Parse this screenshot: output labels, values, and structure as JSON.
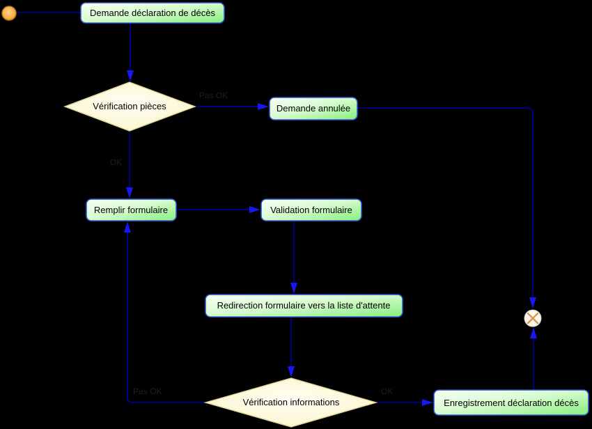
{
  "diagram": {
    "type": "uml-activity-diagram",
    "background": "#000000",
    "nodes": {
      "start": {
        "type": "initial-node"
      },
      "demande_declaration": {
        "type": "activity",
        "label": "Demande déclaration de décès"
      },
      "verification_pieces": {
        "type": "decision",
        "label": "Vérification pièces"
      },
      "demande_annulee": {
        "type": "activity",
        "label": "Demande annulée"
      },
      "remplir_formulaire": {
        "type": "activity",
        "label": "Remplir formulaire"
      },
      "validation_formulaire": {
        "type": "activity",
        "label": "Validation formulaire"
      },
      "redirection_formulaire": {
        "type": "activity",
        "label": "Redirection formulaire vers la liste d'attente"
      },
      "verification_informations": {
        "type": "decision",
        "label": "Vérification informations"
      },
      "enregistrement_declaration": {
        "type": "activity",
        "label": "Enregistrement déclaration décès"
      },
      "end": {
        "type": "flow-final-node"
      }
    },
    "edges": {
      "pieces_to_annulee": {
        "guard": "Pas OK"
      },
      "pieces_to_remplir": {
        "guard": "OK"
      },
      "infos_to_remplir": {
        "guard": "Pas OK"
      },
      "infos_to_enregistrement": {
        "guard": "OK"
      }
    },
    "colors": {
      "activity_fill_light": "#f8fff5",
      "activity_fill_dark": "#86ef7e",
      "activity_border": "#2f55cf",
      "decision_fill": "#faf3c8",
      "decision_border": "#ddd493",
      "edge_line": "#0000a8",
      "edge_arrow": "#1717f0",
      "edge_label": "#1f1f1f",
      "start_node_fill": "#ef8f1e",
      "end_node_fill": "#fffdf2",
      "end_node_cross": "#d89a55"
    }
  }
}
